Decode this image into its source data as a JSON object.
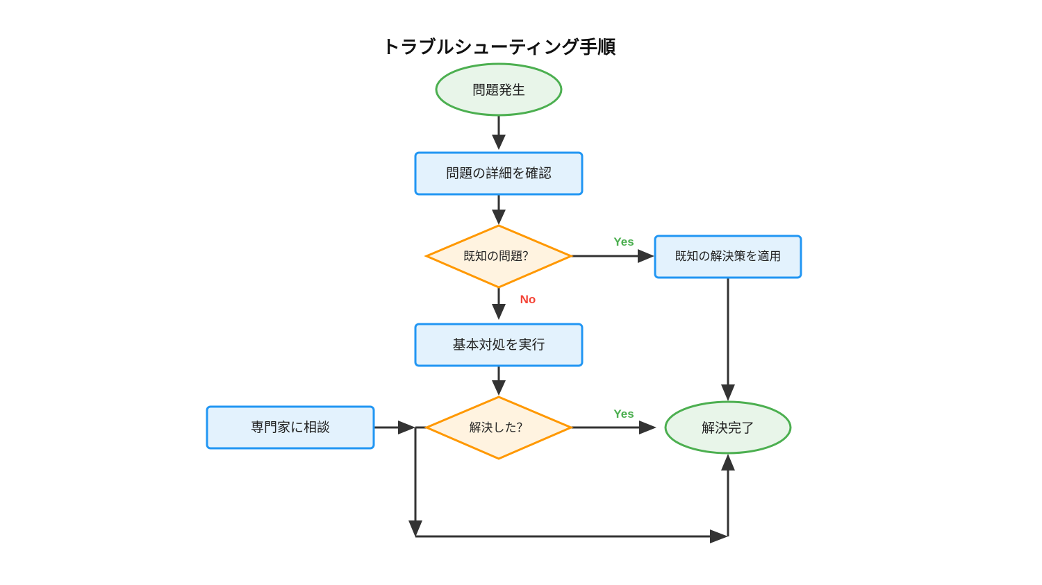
{
  "title": "トラブルシューティング手順",
  "colors": {
    "terminal_fill": "#e8f5e9",
    "terminal_stroke": "#4caf50",
    "process_fill": "#e3f2fd",
    "process_stroke": "#2196f3",
    "decision_fill": "#fff3e0",
    "decision_stroke": "#ff9800",
    "edge": "#333333",
    "yes_label": "#4caf50",
    "no_label": "#f44336"
  },
  "nodes": {
    "start": "問題発生",
    "check_details": "問題の詳細を確認",
    "known_issue": "既知の問題？",
    "apply_known_fix": "既知の解決策を適用",
    "basic_action": "基本対処を実行",
    "resolved": "解決した？",
    "consult_expert": "専門家に相談",
    "done": "解決完了"
  },
  "edge_labels": {
    "known_yes": "Yes",
    "known_no": "No",
    "resolved_yes": "Yes"
  }
}
